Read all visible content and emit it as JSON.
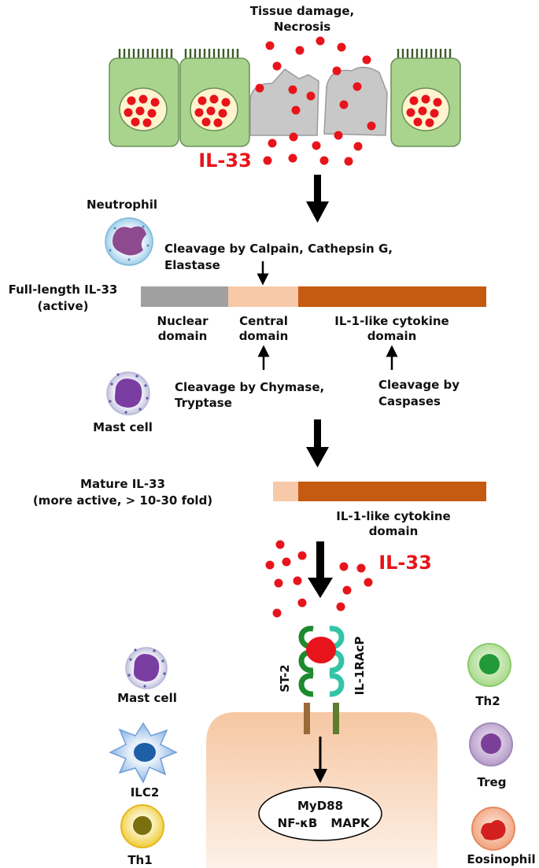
{
  "top": {
    "title_line1": "Tissue damage,",
    "title_line2": "Necrosis",
    "il33": "IL-33"
  },
  "neutrophil": {
    "label": "Neutrophil",
    "cleavage_line1": "Cleavage by Calpain, Cathepsin G,",
    "cleavage_line2": "Elastase"
  },
  "full_length": {
    "label_line1": "Full-length IL-33",
    "label_line2": "(active)",
    "nuclear_line1": "Nuclear",
    "nuclear_line2": "domain",
    "central_line1": "Central",
    "central_line2": "domain",
    "cytokine_line1": "IL-1-like cytokine",
    "cytokine_line2": "domain"
  },
  "mast_cell_top": {
    "label": "Mast cell",
    "cleavage1_line1": "Cleavage by Chymase,",
    "cleavage1_line2": "Tryptase",
    "cleavage2_line1": "Cleavage by",
    "cleavage2_line2": "Caspases"
  },
  "mature": {
    "label_line1": "Mature IL-33",
    "label_line2": "(more active, > 10-30 fold)",
    "cytokine_line1": "IL-1-like cytokine",
    "cytokine_line2": "domain"
  },
  "il33_lower": "IL-33",
  "receptor": {
    "st2": "ST-2",
    "il1racp": "IL-1RAcP"
  },
  "signaling": {
    "line1": "MyD88",
    "line2a": "NF-κB",
    "line2b": "MAPK"
  },
  "cells_left": [
    "Mast cell",
    "ILC2",
    "Th1"
  ],
  "cells_right": [
    "Th2",
    "Treg",
    "Eosinophil"
  ],
  "colors": {
    "il33_red": "#e8141b",
    "epithelium": "#a8d48e",
    "nuclear_domain": "#a0a0a0",
    "central_domain": "#f7c9a9",
    "cytokine_domain": "#c55a11"
  }
}
